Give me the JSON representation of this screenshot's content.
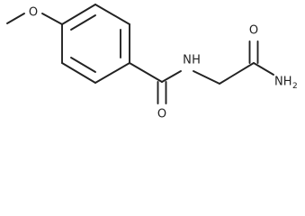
{
  "molecule": {
    "atoms": {
      "methoxy_oxygen": "O",
      "amide_nitrogen": "N",
      "amide_hydrogen": "H",
      "carbonyl_oxygen_1": "O",
      "carbonyl_oxygen_2": "O",
      "amine_group": "NH",
      "amine_subscript": "2"
    },
    "colors": {
      "bond": "#222222",
      "background": "#ffffff"
    }
  }
}
